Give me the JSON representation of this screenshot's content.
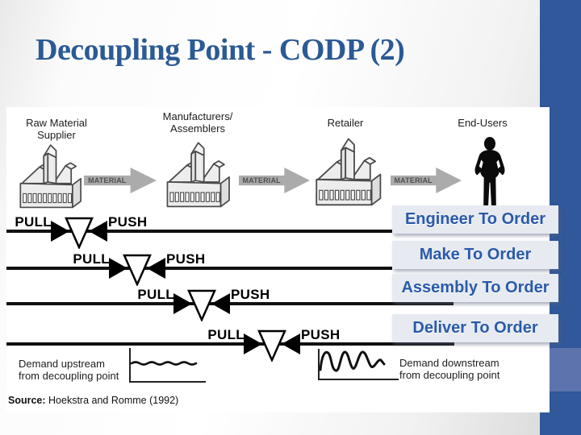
{
  "slide": {
    "title": "Decoupling Point - CODP (2)"
  },
  "colors": {
    "title_text": "#2B5A94",
    "accent_bar": "#30589A",
    "accent_bar_light": "#5C73AD",
    "strategy_text": "#2A5AA8",
    "strategy_box_bg": "#E7EAF1",
    "material_arrow": "#ABABAB",
    "diagram_line": "#101010"
  },
  "supply_chain": {
    "flow_label": "MATERIAL",
    "entities": [
      {
        "line1": "Raw Material",
        "line2": "Supplier",
        "icon": "factory-icon"
      },
      {
        "line1": "Manufacturers/",
        "line2": "Assemblers",
        "icon": "factory-icon"
      },
      {
        "line1": "Retailer",
        "icon": "factory-icon"
      },
      {
        "line1": "End-Users",
        "icon": "person-icon"
      }
    ]
  },
  "flow": {
    "pull": "PULL",
    "push": "PUSH"
  },
  "strategies": [
    {
      "label": "Engineer To Order"
    },
    {
      "label": "Make To Order"
    },
    {
      "label": "Assembly To Order"
    },
    {
      "label": "Deliver To Order"
    }
  ],
  "demand": {
    "upstream_line1": "Demand upstream",
    "upstream_line2": "from decoupling point",
    "downstream_line1": "Demand downstream",
    "downstream_line2": "from decoupling point"
  },
  "source": {
    "prefix": "Source:",
    "text": "Hoekstra and Romme (1992)"
  }
}
